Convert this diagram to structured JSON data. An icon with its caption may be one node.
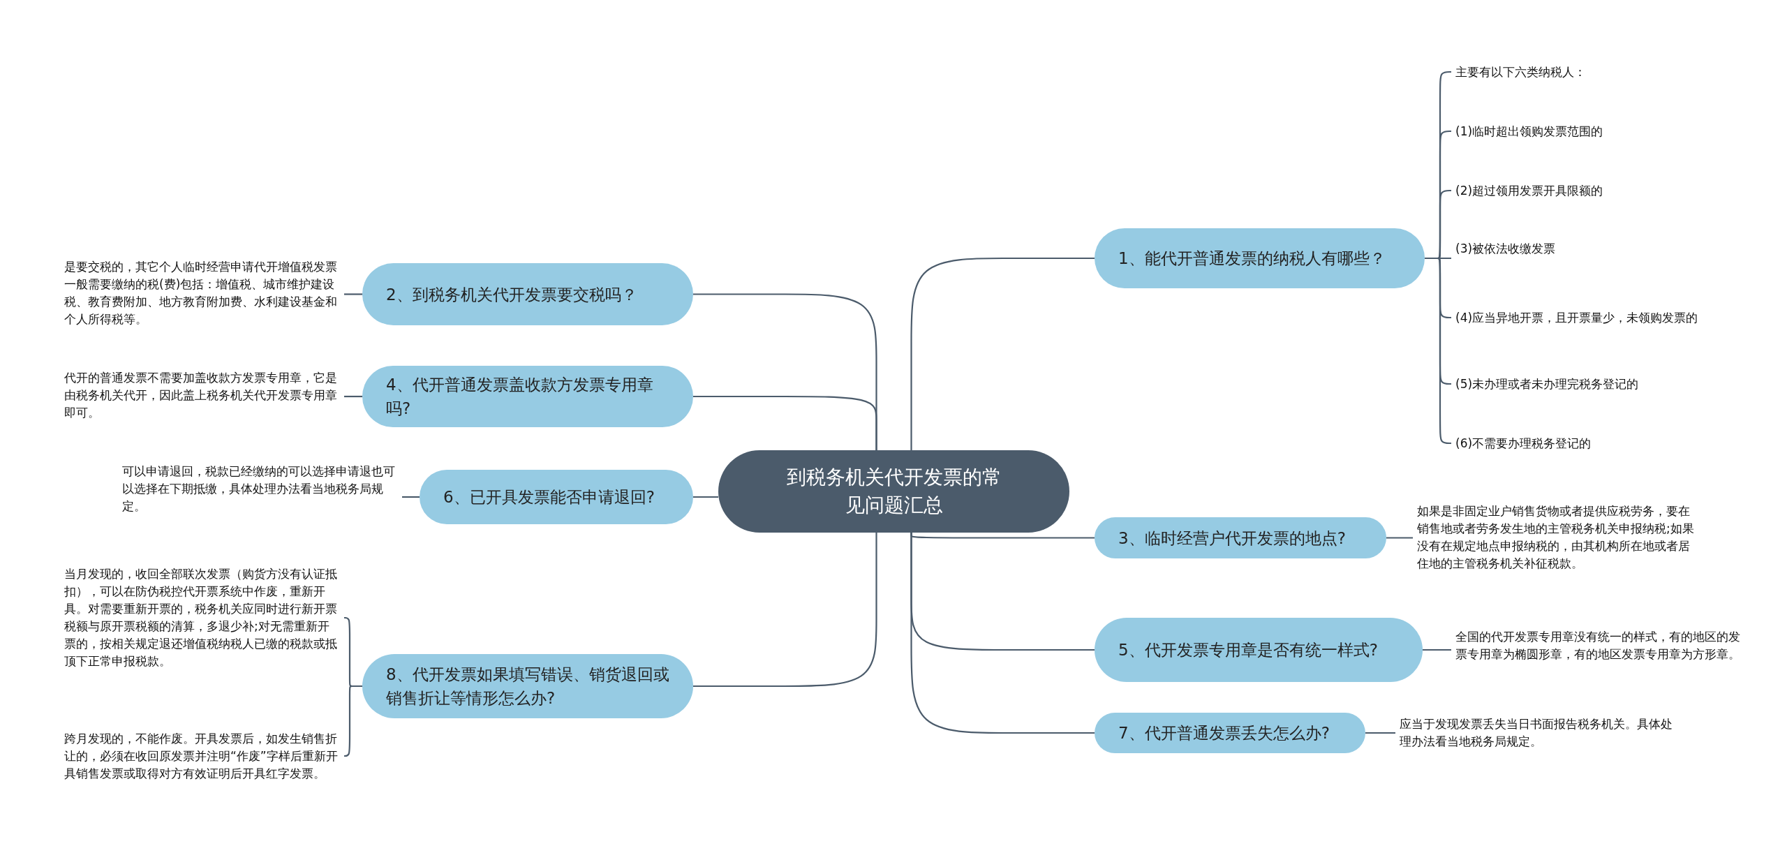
{
  "diagram": {
    "nodes": [
      {
        "text": [
          "到税务机关代开发票的常见问题汇总"
        ]
      },
      {
        "text": [
          "1、能代开普通发票的纳税人有哪些？"
        ]
      },
      {
        "text": [
          "主要有以下六类纳税人："
        ]
      },
      {
        "text": [
          "(1)临时超出领购发票范围的"
        ]
      },
      {
        "text": [
          "(2)超过领用发票开具限额的"
        ]
      },
      {
        "text": [
          "(3)被依法收缴发票"
        ]
      },
      {
        "text": [
          "(4)应当异地开票，且开票量少，未领购发票的"
        ]
      },
      {
        "text": [
          "(5)未办理或者未办理完税务登记的"
        ]
      },
      {
        "text": [
          "(6)不需要办理税务登记的"
        ]
      },
      {
        "text": [
          "2、到税务机关代开发票要交税吗？"
        ]
      },
      {
        "text": [
          "是要交税的，其它个人临时经营申请代开增值税发票一般需要缴纳的税(费)包括：增值税、城市维护建设税、教育费附加、地方教育附加费、水利建设基金和个人所得税等。"
        ]
      },
      {
        "text": [
          "3、临时经营户代开发票的地点?"
        ]
      },
      {
        "text": [
          "如果是非固定业户销售货物或者提供应税劳务，要在销售地或者劳务发生地的主管税务机关申报纳税;如果没有在规定地点申报纳税的，由其机构所在地或者居住地的主管税务机关补征税款。"
        ]
      },
      {
        "text": [
          "4、代开普通发票盖收款方发票专用章吗?"
        ]
      },
      {
        "text": [
          "代开的普通发票不需要加盖收款方发票专用章，它是由税务机关代开，因此盖上税务机关代开发票专用章即可。"
        ]
      },
      {
        "text": [
          "5、代开发票专用章是否有统一样式?"
        ]
      },
      {
        "text": [
          "全国的代开发票专用章没有统一的样式，有的地区的发票专用章为椭圆形章，有的地区发票专用章为方形章。"
        ]
      },
      {
        "text": [
          "6、已开具发票能否申请退回?"
        ]
      },
      {
        "text": [
          "可以申请退回，税款已经缴纳的可以选择申请退也可以选择在下期抵缴，具体处理办法看当地税务局规定。"
        ]
      },
      {
        "text": [
          "7、代开普通发票丢失怎么办?"
        ]
      },
      {
        "text": [
          "应当于发现发票丢失当日书面报告税务机关。具体处理办法看当地税务局规定。"
        ]
      },
      {
        "text": [
          "8、代开发票如果填写错误、销货退回或销售折让等情形怎么办?"
        ]
      },
      {
        "text": [
          "当月发现的，收回全部联次发票（购货方没有认证抵扣），可以在防伪税控代开票系统中作废，重新开具。对需要重新开票的，税务机关应同时进行新开票税额与原开票税额的清算，多退少补;对无需重新开票的，按相关规定退还增值税纳税人已缴的税款或抵顶下正常申报税款。"
        ]
      },
      {
        "text": [
          "跨月发现的，不能作废。开具发票后，如发生销售折让的，必须在收回原发票并注明“作废”字样后重新开具销售发票或取得对方有效证明后开具红字发票。"
        ]
      }
    ],
    "edges": [
      {
        "from": 0,
        "to": 1,
        "arrow": "none"
      },
      {
        "from": 1,
        "to": 2,
        "arrow": "none"
      },
      {
        "from": 1,
        "to": 3,
        "arrow": "none"
      },
      {
        "from": 1,
        "to": 4,
        "arrow": "none"
      },
      {
        "from": 1,
        "to": 5,
        "arrow": "none"
      },
      {
        "from": 1,
        "to": 6,
        "arrow": "none"
      },
      {
        "from": 1,
        "to": 7,
        "arrow": "none"
      },
      {
        "from": 1,
        "to": 8,
        "arrow": "none"
      },
      {
        "from": 0,
        "to": 9,
        "arrow": "none"
      },
      {
        "from": 9,
        "to": 10,
        "arrow": "none"
      },
      {
        "from": 0,
        "to": 11,
        "arrow": "none"
      },
      {
        "from": 11,
        "to": 12,
        "arrow": "none"
      },
      {
        "from": 0,
        "to": 13,
        "arrow": "none"
      },
      {
        "from": 13,
        "to": 14,
        "arrow": "none"
      },
      {
        "from": 0,
        "to": 15,
        "arrow": "none"
      },
      {
        "from": 15,
        "to": 16,
        "arrow": "none"
      },
      {
        "from": 0,
        "to": 17,
        "arrow": "none"
      },
      {
        "from": 17,
        "to": 18,
        "arrow": "none"
      },
      {
        "from": 0,
        "to": 19,
        "arrow": "none"
      },
      {
        "from": 19,
        "to": 20,
        "arrow": "none"
      },
      {
        "from": 0,
        "to": 21,
        "arrow": "none"
      },
      {
        "from": 21,
        "to": 22,
        "arrow": "none"
      },
      {
        "from": 21,
        "to": 23,
        "arrow": "none"
      }
    ]
  }
}
